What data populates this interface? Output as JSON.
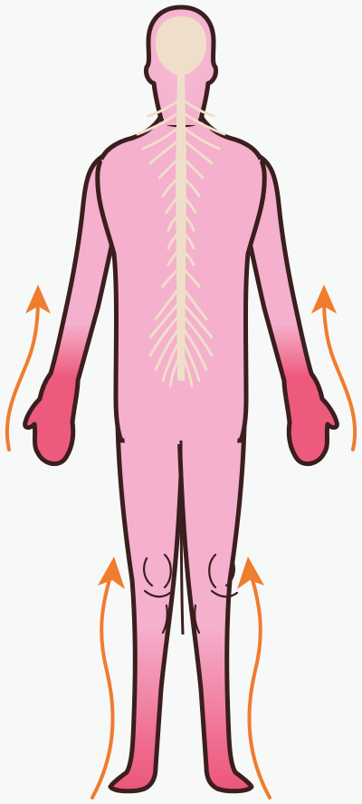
{
  "figure": {
    "subject": "human-body-back-view",
    "elements": [
      "body-silhouette",
      "brain",
      "spinal-cord",
      "nerve-branches",
      "symptom-hands",
      "symptom-feet",
      "progression-arrows"
    ]
  },
  "colors": {
    "background": "#f7f8f8",
    "outline": "#3b1e1e",
    "body_pink": "#f4b0cc",
    "symptom_red": "#ee5a7c",
    "nerve_cream": "#efdfca",
    "arrow_orange": "#f07c2e"
  },
  "arrows": {
    "count": 4,
    "direction": "upward",
    "meaning_shown_by": "color-gradient-from-extremities"
  }
}
